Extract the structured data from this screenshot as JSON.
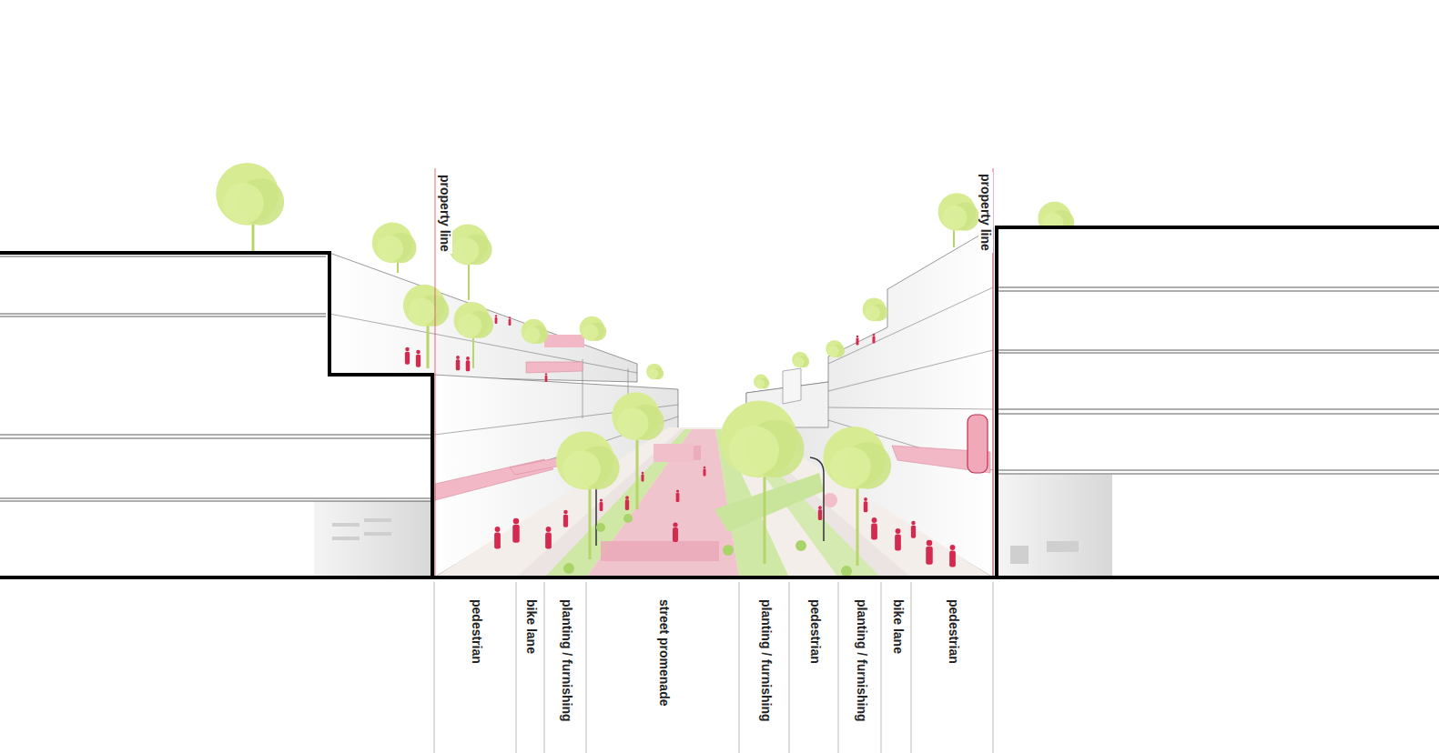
{
  "diagram": {
    "labels": [
      "property line",
      "property line",
      "pedestrian",
      "bike lane",
      "planting / furnishing",
      "street promenade",
      "planting / furnishing",
      "pedestrian",
      "planting / furnishing",
      "bike lane",
      "pedestrian"
    ]
  }
}
